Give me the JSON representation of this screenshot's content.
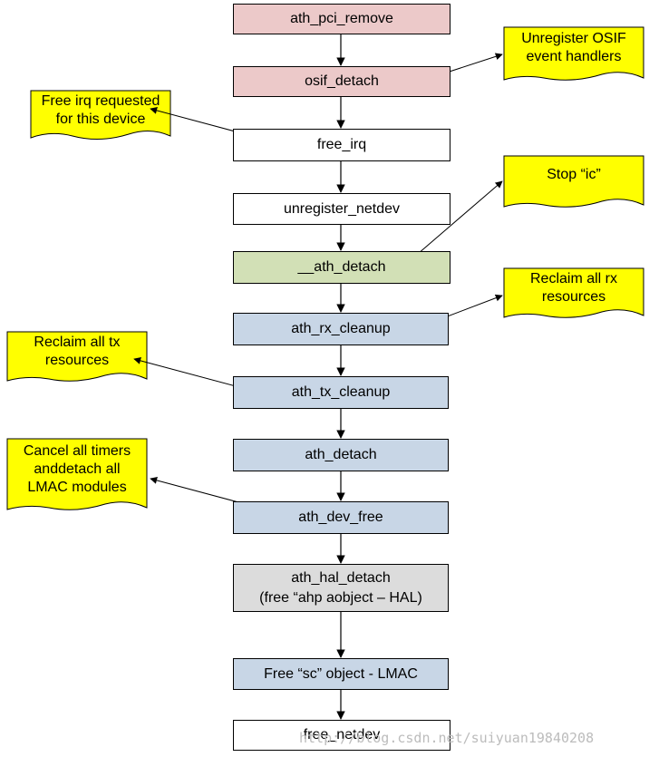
{
  "colors": {
    "pink": "#ecc9c9",
    "white": "#ffffff",
    "green": "#d2e0b6",
    "blue": "#c8d6e6",
    "gray": "#dcdcdc",
    "note": "#ffff00"
  },
  "boxes": {
    "ath_pci_remove": {
      "label": "ath_pci_remove",
      "color": "pink"
    },
    "osif_detach": {
      "label": "osif_detach",
      "color": "pink"
    },
    "free_irq": {
      "label": "free_irq",
      "color": "white"
    },
    "unregister_netdev": {
      "label": "unregister_netdev",
      "color": "white"
    },
    "ath_detach_internal": {
      "label": "__ath_detach",
      "color": "green"
    },
    "ath_rx_cleanup": {
      "label": "ath_rx_cleanup",
      "color": "blue"
    },
    "ath_tx_cleanup": {
      "label": "ath_tx_cleanup",
      "color": "blue"
    },
    "ath_detach": {
      "label": "ath_detach",
      "color": "blue"
    },
    "ath_dev_free": {
      "label": "ath_dev_free",
      "color": "blue"
    },
    "ath_hal_detach": {
      "label_line1": "ath_hal_detach",
      "label_line2": "(free “ahp aobject – HAL)",
      "color": "gray"
    },
    "free_sc": {
      "label": "Free “sc” object - LMAC",
      "color": "blue"
    },
    "free_netdev": {
      "label": "free_netdev",
      "color": "white"
    }
  },
  "notes": {
    "unregister_osif": {
      "line1": "Unregister OSIF",
      "line2": "event handlers"
    },
    "free_irq_note": {
      "line1": "Free irq requested",
      "line2": "for this device"
    },
    "stop_ic": {
      "line1": "Stop “ic”"
    },
    "reclaim_rx": {
      "line1": "Reclaim all rx",
      "line2": "resources"
    },
    "reclaim_tx": {
      "line1": "Reclaim all tx",
      "line2": "resources"
    },
    "cancel_timers": {
      "line1": "Cancel all timers",
      "line2": "anddetach all",
      "line3": "LMAC modules"
    }
  },
  "watermark": "http://blog.csdn.net/suiyuan19840208"
}
